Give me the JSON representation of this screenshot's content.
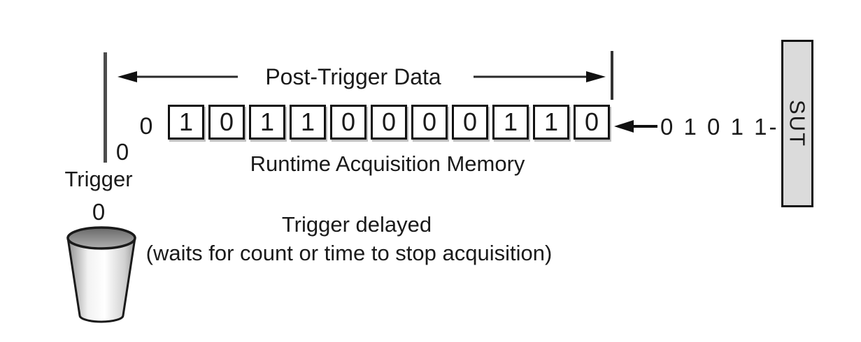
{
  "colors": {
    "background": "#ffffff",
    "ink": "#1a1a1a",
    "trigger_line": "#4d4d4d",
    "sut_fill": "#dbdbdb"
  },
  "diagram": {
    "post_trigger_label": "Post-Trigger Data",
    "memory_label": "Runtime Acquisition Memory",
    "overflow_bit": "0",
    "memory_bits": [
      "1",
      "0",
      "1",
      "1",
      "0",
      "0",
      "0",
      "0",
      "1",
      "1",
      "0"
    ],
    "incoming_bits": "0 1 0 1 1-",
    "sut_label": "SUT",
    "trigger": {
      "label": "Trigger",
      "falling_bit_upper": "0",
      "falling_bit_lower": "0"
    },
    "caption": {
      "line1": "Trigger delayed",
      "line2": "(waits for count or time to stop acquisition)"
    }
  }
}
